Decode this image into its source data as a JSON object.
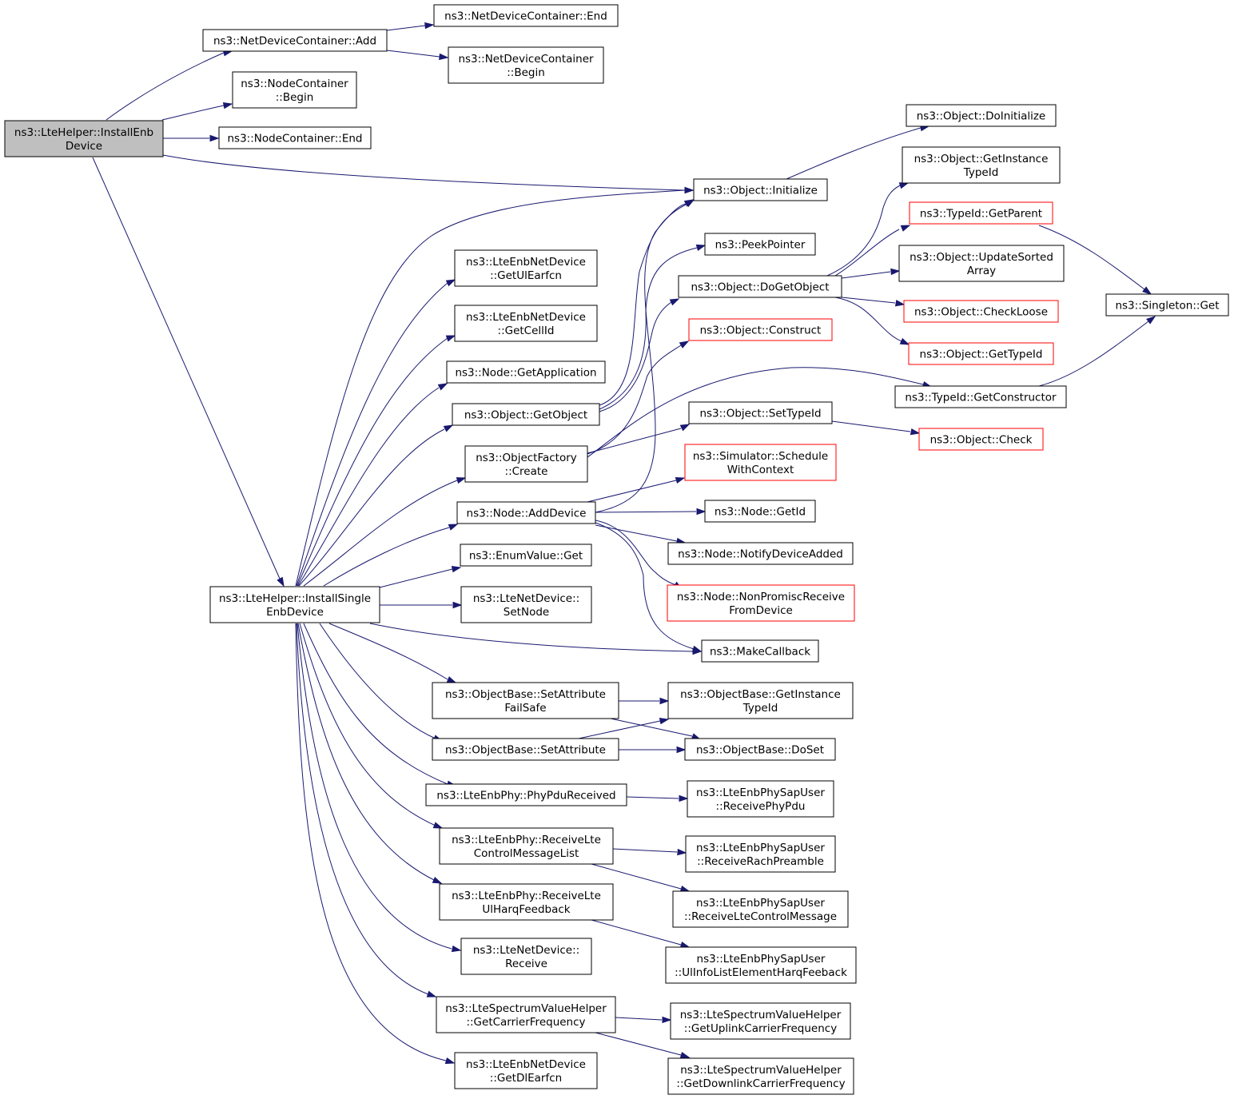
{
  "nodes": [
    {
      "id": "root",
      "lines": [
        "ns3::LteHelper::InstallEnb",
        "Device"
      ],
      "style": "root"
    },
    {
      "id": "ndc_add",
      "lines": [
        "ns3::NetDeviceContainer::Add"
      ]
    },
    {
      "id": "ndc_end",
      "lines": [
        "ns3::NetDeviceContainer::End"
      ]
    },
    {
      "id": "ndc_begin",
      "lines": [
        "ns3::NetDeviceContainer",
        "::Begin"
      ]
    },
    {
      "id": "nc_begin",
      "lines": [
        "ns3::NodeContainer",
        "::Begin"
      ]
    },
    {
      "id": "nc_end",
      "lines": [
        "ns3::NodeContainer::End"
      ]
    },
    {
      "id": "obj_init",
      "lines": [
        "ns3::Object::Initialize"
      ]
    },
    {
      "id": "obj_doinit",
      "lines": [
        "ns3::Object::DoInitialize"
      ]
    },
    {
      "id": "obj_getinst",
      "lines": [
        "ns3::Object::GetInstance",
        "TypeId"
      ]
    },
    {
      "id": "tid_parent",
      "lines": [
        "ns3::TypeId::GetParent"
      ],
      "style": "red"
    },
    {
      "id": "obj_upd",
      "lines": [
        "ns3::Object::UpdateSorted",
        "Array"
      ]
    },
    {
      "id": "obj_loose",
      "lines": [
        "ns3::Object::CheckLoose"
      ],
      "style": "red"
    },
    {
      "id": "obj_gettid",
      "lines": [
        "ns3::Object::GetTypeId"
      ],
      "style": "red"
    },
    {
      "id": "singleton",
      "lines": [
        "ns3::Singleton::Get"
      ]
    },
    {
      "id": "tid_ctor",
      "lines": [
        "ns3::TypeId::GetConstructor"
      ]
    },
    {
      "id": "obj_check",
      "lines": [
        "ns3::Object::Check"
      ],
      "style": "red"
    },
    {
      "id": "peek",
      "lines": [
        "ns3::PeekPointer"
      ]
    },
    {
      "id": "dogetobj",
      "lines": [
        "ns3::Object::DoGetObject"
      ]
    },
    {
      "id": "construct",
      "lines": [
        "ns3::Object::Construct"
      ],
      "style": "red"
    },
    {
      "id": "settid",
      "lines": [
        "ns3::Object::SetTypeId"
      ]
    },
    {
      "id": "sched",
      "lines": [
        "ns3::Simulator::Schedule",
        "WithContext"
      ],
      "style": "red"
    },
    {
      "id": "node_getid",
      "lines": [
        "ns3::Node::GetId"
      ]
    },
    {
      "id": "node_notify",
      "lines": [
        "ns3::Node::NotifyDeviceAdded"
      ]
    },
    {
      "id": "node_nonprom",
      "lines": [
        "ns3::Node::NonPromiscReceive",
        "FromDevice"
      ],
      "style": "red"
    },
    {
      "id": "makecb",
      "lines": [
        "ns3::MakeCallback"
      ]
    },
    {
      "id": "getul",
      "lines": [
        "ns3::LteEnbNetDevice",
        "::GetUlEarfcn"
      ]
    },
    {
      "id": "getcell",
      "lines": [
        "ns3::LteEnbNetDevice",
        "::GetCellId"
      ]
    },
    {
      "id": "getapp",
      "lines": [
        "ns3::Node::GetApplication"
      ]
    },
    {
      "id": "getobj",
      "lines": [
        "ns3::Object::GetObject"
      ]
    },
    {
      "id": "objfac",
      "lines": [
        "ns3::ObjectFactory",
        "::Create"
      ]
    },
    {
      "id": "adddev",
      "lines": [
        "ns3::Node::AddDevice"
      ]
    },
    {
      "id": "enumget",
      "lines": [
        "ns3::EnumValue::Get"
      ]
    },
    {
      "id": "setnode",
      "lines": [
        "ns3::LteNetDevice::",
        "SetNode"
      ]
    },
    {
      "id": "install_single",
      "lines": [
        "ns3::LteHelper::InstallSingle",
        "EnbDevice"
      ]
    },
    {
      "id": "setattrfs",
      "lines": [
        "ns3::ObjectBase::SetAttribute",
        "FailSafe"
      ]
    },
    {
      "id": "setattr",
      "lines": [
        "ns3::ObjectBase::SetAttribute"
      ]
    },
    {
      "id": "ob_getinst",
      "lines": [
        "ns3::ObjectBase::GetInstance",
        "TypeId"
      ]
    },
    {
      "id": "ob_doset",
      "lines": [
        "ns3::ObjectBase::DoSet"
      ]
    },
    {
      "id": "phypdu",
      "lines": [
        "ns3::LteEnbPhy::PhyPduReceived"
      ]
    },
    {
      "id": "recvphypdu",
      "lines": [
        "ns3::LteEnbPhySapUser",
        "::ReceivePhyPdu"
      ]
    },
    {
      "id": "recvctrllist",
      "lines": [
        "ns3::LteEnbPhy::ReceiveLte",
        "ControlMessageList"
      ]
    },
    {
      "id": "recvrach",
      "lines": [
        "ns3::LteEnbPhySapUser",
        "::ReceiveRachPreamble"
      ]
    },
    {
      "id": "recvctrlmsg",
      "lines": [
        "ns3::LteEnbPhySapUser",
        "::ReceiveLteControlMessage"
      ]
    },
    {
      "id": "recvulharq",
      "lines": [
        "ns3::LteEnbPhy::ReceiveLte",
        "UlHarqFeedback"
      ]
    },
    {
      "id": "ulinfo",
      "lines": [
        "ns3::LteEnbPhySapUser",
        "::UlInfoListElementHarqFeeback"
      ]
    },
    {
      "id": "ltercv",
      "lines": [
        "ns3::LteNetDevice::",
        "Receive"
      ]
    },
    {
      "id": "getcarrier",
      "lines": [
        "ns3::LteSpectrumValueHelper",
        "::GetCarrierFrequency"
      ]
    },
    {
      "id": "getuplink",
      "lines": [
        "ns3::LteSpectrumValueHelper",
        "::GetUplinkCarrierFrequency"
      ]
    },
    {
      "id": "getdownlink",
      "lines": [
        "ns3::LteSpectrumValueHelper",
        "::GetDownlinkCarrierFrequency"
      ]
    },
    {
      "id": "getdl",
      "lines": [
        "ns3::LteEnbNetDevice",
        "::GetDlEarfcn"
      ]
    }
  ]
}
